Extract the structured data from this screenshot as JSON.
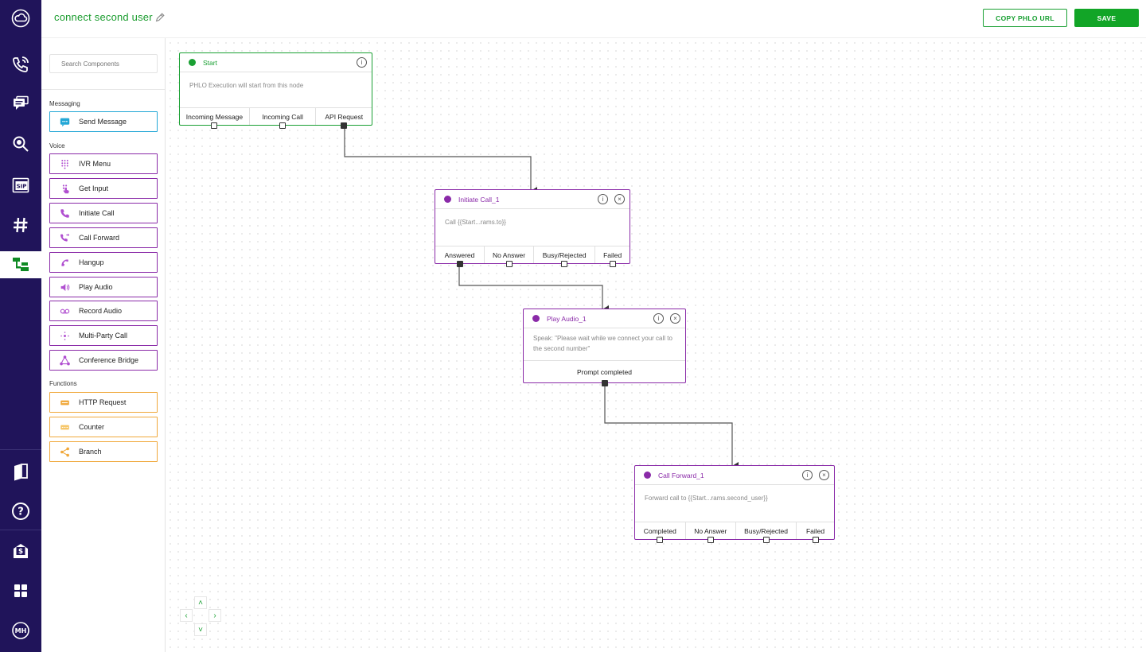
{
  "header": {
    "flow_title": "connect second user",
    "copy_url_label": "COPY PHLO URL",
    "save_label": "SAVE"
  },
  "rail": {
    "items": [
      "cloud-logo-icon",
      "voice-icon",
      "messaging-icon",
      "lookup-icon",
      "sip-icon",
      "numbers-icon",
      "phlo-icon",
      "docs-icon",
      "help-icon",
      "billing-icon",
      "apps-icon"
    ],
    "avatar_initials": "MH",
    "active_item": "phlo-icon"
  },
  "panel": {
    "search_placeholder": "Search Components",
    "sections": {
      "messaging": "Messaging",
      "voice": "Voice",
      "functions": "Functions"
    },
    "messaging_items": [
      {
        "label": "Send Message",
        "icon": "chat-bubble-icon"
      }
    ],
    "voice_items": [
      {
        "label": "IVR Menu",
        "icon": "keypad-icon"
      },
      {
        "label": "Get Input",
        "icon": "touch-icon"
      },
      {
        "label": "Initiate Call",
        "icon": "phone-icon"
      },
      {
        "label": "Call Forward",
        "icon": "phone-forward-icon"
      },
      {
        "label": "Hangup",
        "icon": "hangup-icon"
      },
      {
        "label": "Play Audio",
        "icon": "speaker-icon"
      },
      {
        "label": "Record Audio",
        "icon": "voicemail-icon"
      },
      {
        "label": "Multi-Party Call",
        "icon": "multi-party-icon"
      },
      {
        "label": "Conference Bridge",
        "icon": "conference-icon"
      }
    ],
    "function_items": [
      {
        "label": "HTTP Request",
        "icon": "http-icon"
      },
      {
        "label": "Counter",
        "icon": "counter-icon"
      },
      {
        "label": "Branch",
        "icon": "branch-icon"
      }
    ],
    "colors": {
      "messaging": "#23a7d6",
      "voice": "#8a2aa8",
      "functions": "#f0a83a"
    }
  },
  "nodes": {
    "start": {
      "title": "Start",
      "body": "PHLO Execution will start from this node",
      "outputs": [
        "Incoming Message",
        "Incoming Call",
        "API Request"
      ]
    },
    "initiate_call": {
      "title": "Initiate Call_1",
      "body": "Call {{Start...rams.to}}",
      "outputs": [
        "Answered",
        "No Answer",
        "Busy/Rejected",
        "Failed"
      ]
    },
    "play_audio": {
      "title": "Play Audio_1",
      "body": "Speak: \"Please wait while we connect your call to the second number\"",
      "outputs": [
        "Prompt completed"
      ]
    },
    "call_forward": {
      "title": "Call Forward_1",
      "body": "Forward call to {{Start...rams.second_user}}",
      "outputs": [
        "Completed",
        "No Answer",
        "Busy/Rejected",
        "Failed"
      ]
    }
  },
  "nav": {
    "up": "˄",
    "down": "˅",
    "left": "‹",
    "right": "›"
  },
  "colors": {
    "brand_green": "#1aa033",
    "rail_bg": "#20145a",
    "voice_purple": "#8a2aa8"
  }
}
